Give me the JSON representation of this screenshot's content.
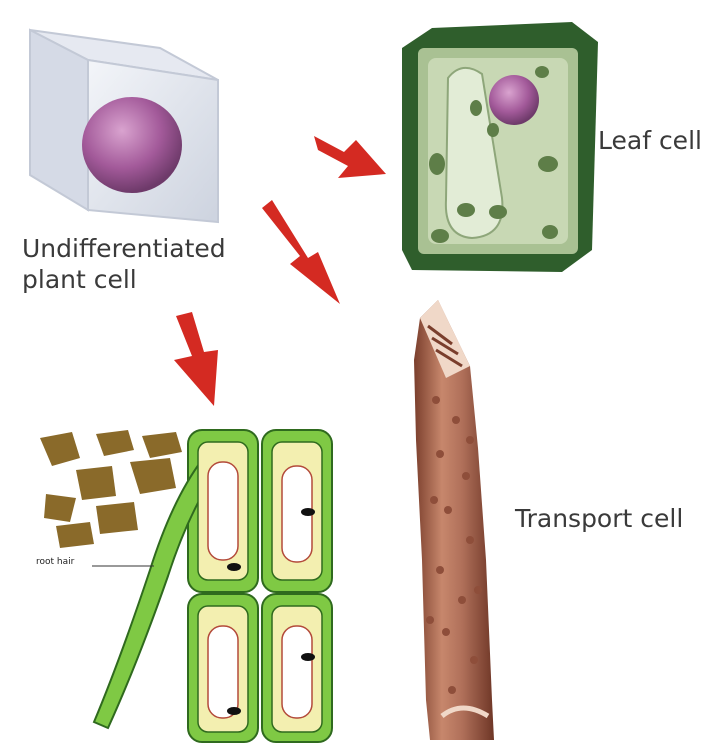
{
  "labels": {
    "undifferentiated": "Undifferentiated plant cell",
    "leaf": "Leaf cell",
    "transport": "Transport cell",
    "root_hair": "root hair"
  },
  "colors": {
    "arrow": "#d42a22",
    "nucleus": "#a35a9a",
    "leaf_wall": "#2f5e2c",
    "root_green": "#7fc944",
    "transport_cell": "#b0705a",
    "soil": "#8a6a2a"
  }
}
